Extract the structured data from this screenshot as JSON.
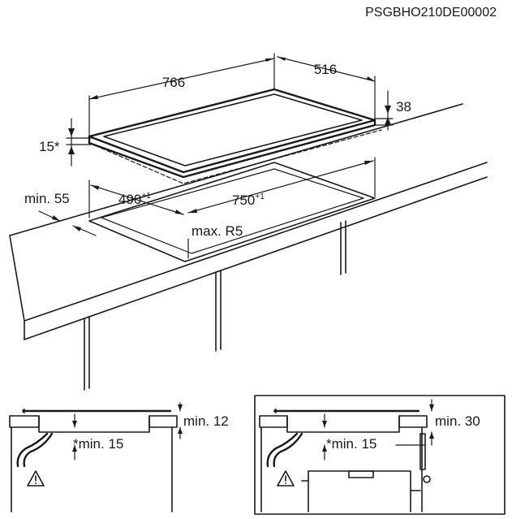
{
  "document_code": "PSGBHO210DE00002",
  "dimensions": {
    "width": "766",
    "depth": "516",
    "height": "38",
    "underside": "15*",
    "edge_min": "min. 55",
    "cutout_depth": "490",
    "cutout_depth_tol": "+1",
    "cutout_width": "750",
    "cutout_width_tol": "+1",
    "corner_radius": "max. R5"
  },
  "install_left": {
    "top_gap": "min. 12",
    "bottom_gap": "*min. 15"
  },
  "install_right": {
    "top_gap": "min. 30",
    "bottom_gap": "*min. 15"
  }
}
